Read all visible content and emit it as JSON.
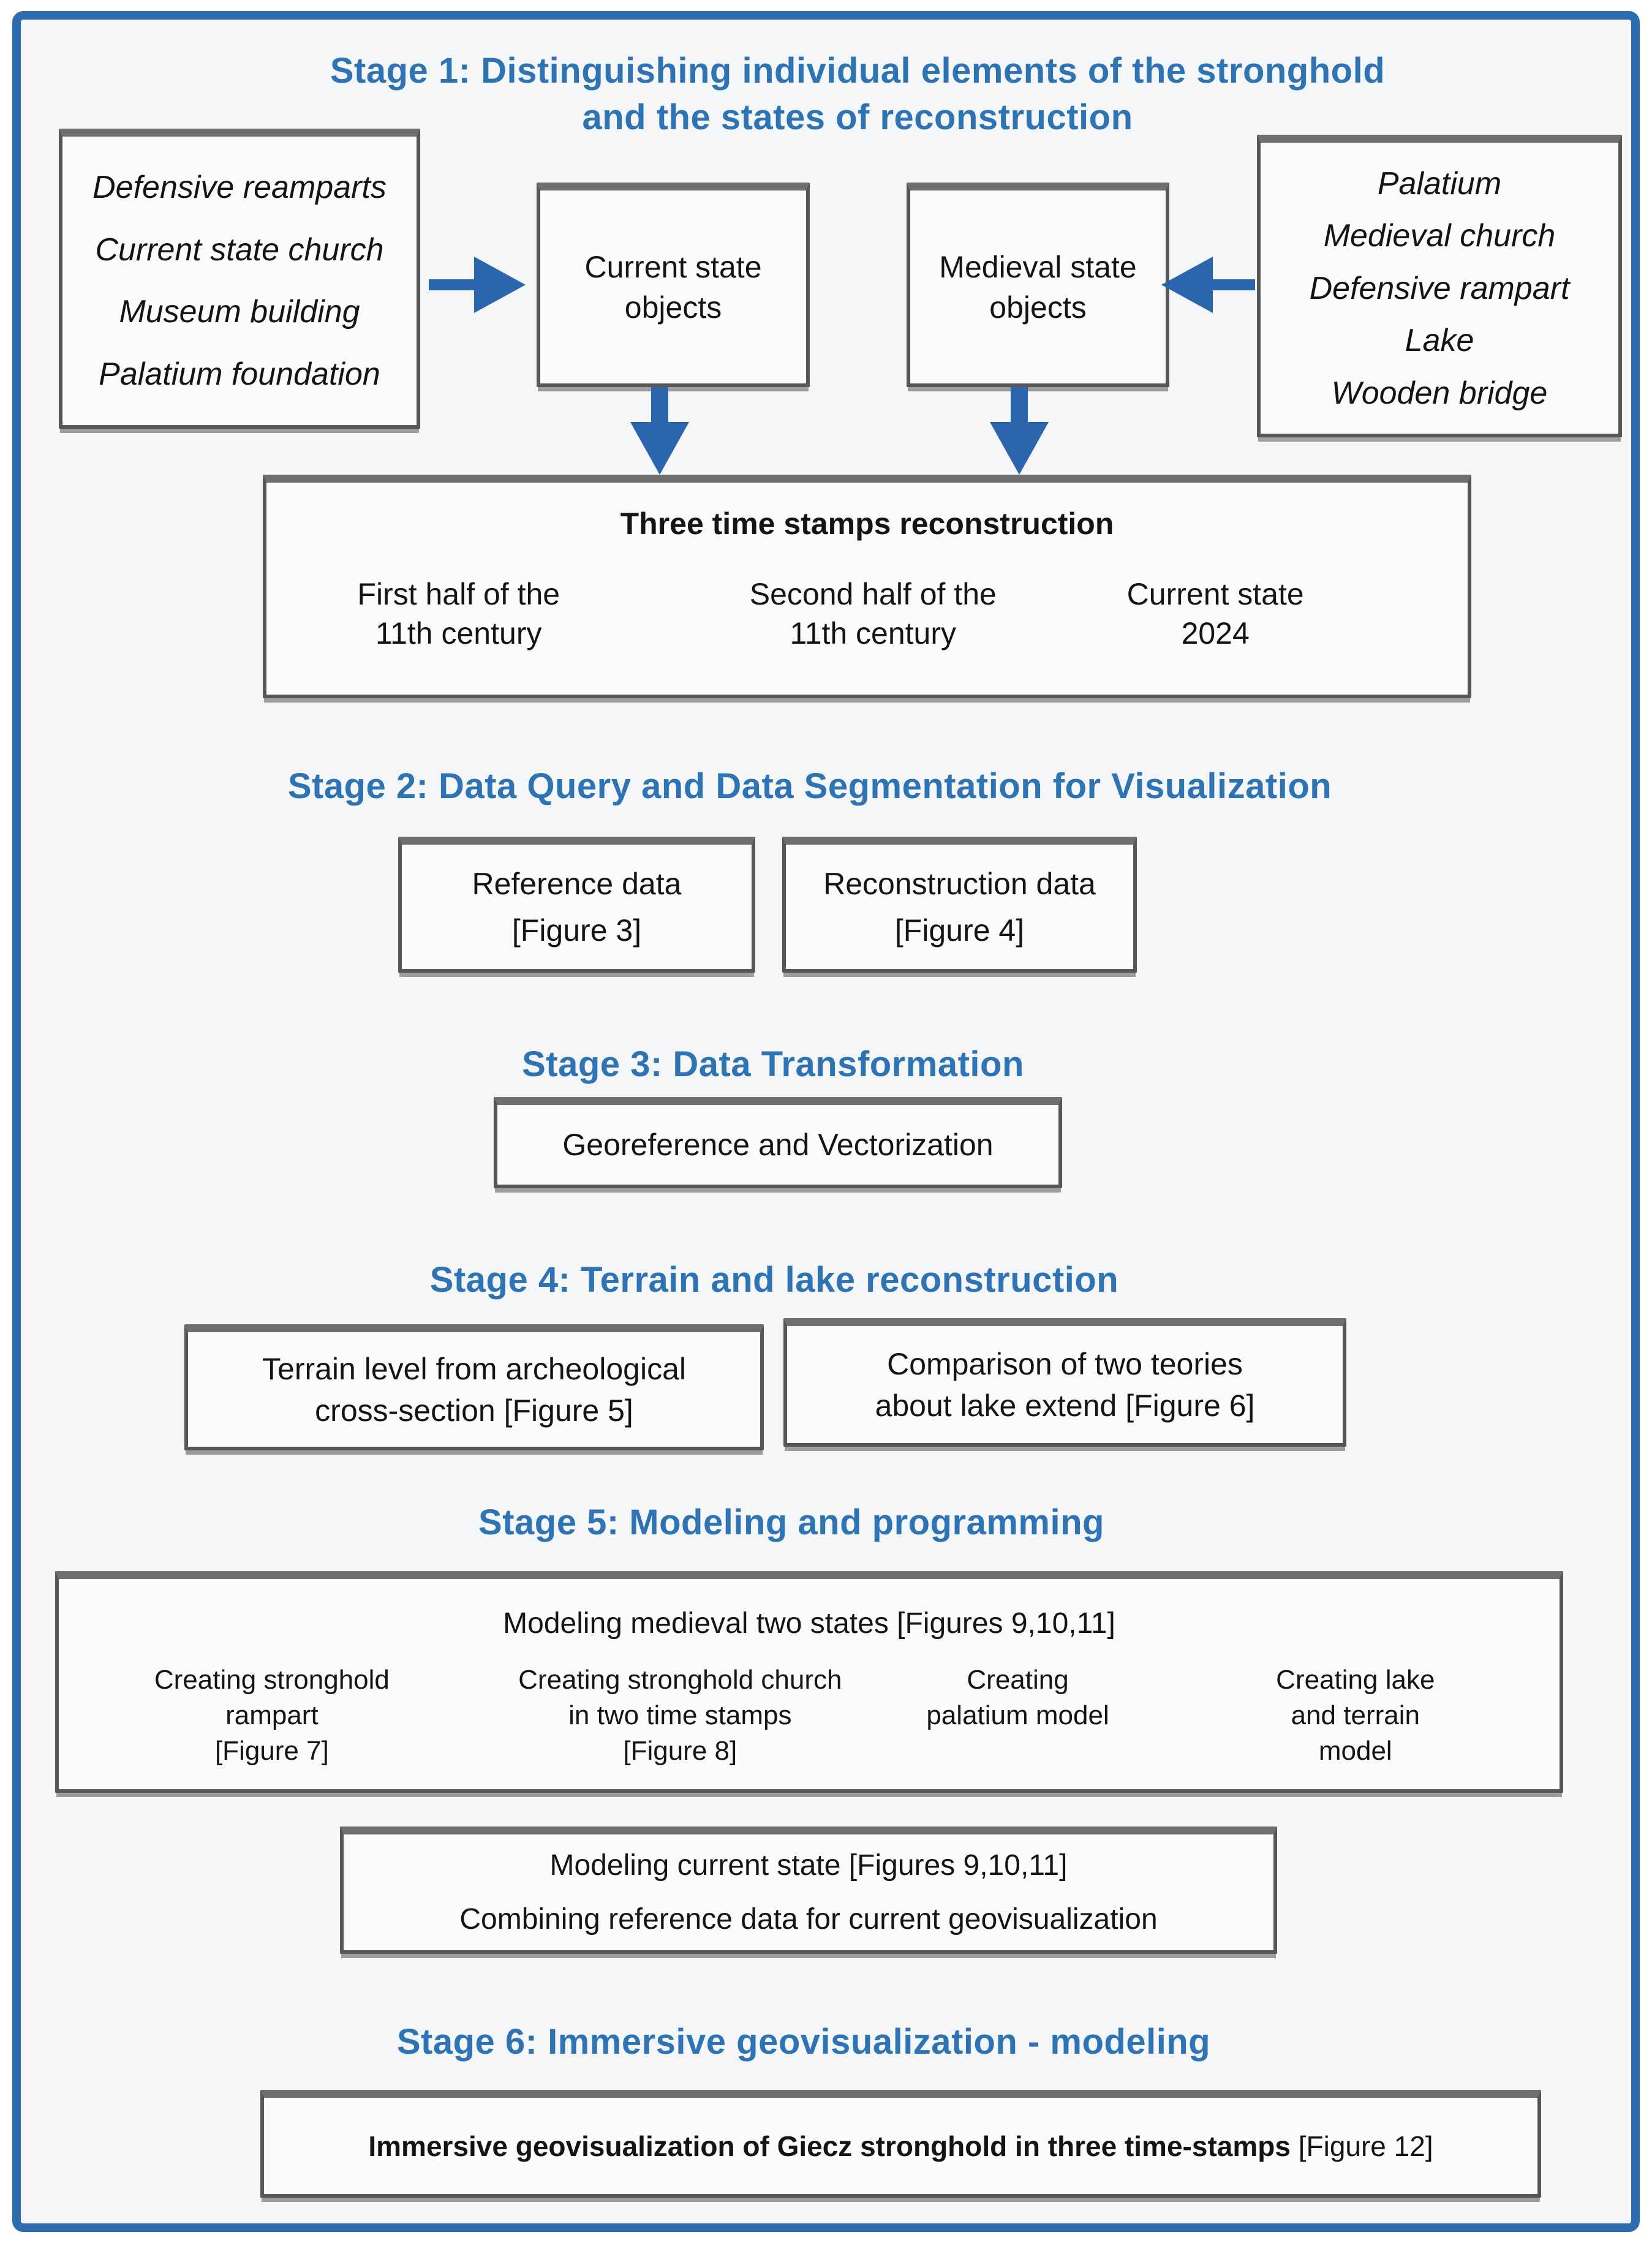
{
  "figure": {
    "background": "#f5f6f7",
    "frame_color": "#2d6cae",
    "title_color": "#2e74b5",
    "arrow_color": "#2a65ad",
    "box_border_color": "#575757"
  },
  "stage1": {
    "title_line1": "Stage 1: Distinguishing individual elements of the stronghold",
    "title_line2": "and the states of reconstruction",
    "current_sources": [
      "Defensive reamparts",
      "Current state church",
      "Museum building",
      "Palatium foundation"
    ],
    "current_box": {
      "line1": "Current state",
      "line2": "objects"
    },
    "medieval_box": {
      "line1": "Medieval state",
      "line2": "objects"
    },
    "medieval_sources": [
      "Palatium",
      "Medieval church",
      "Defensive rampart",
      "Lake",
      "Wooden bridge"
    ],
    "time_box": {
      "title": "Three time stamps reconstruction",
      "timestamps": [
        {
          "line1": "First half of the",
          "line2": "11th century"
        },
        {
          "line1": "Second half of the",
          "line2": "11th century"
        },
        {
          "line1": "Current state",
          "line2": "2024"
        }
      ]
    }
  },
  "stage2": {
    "title": "Stage 2: Data Query and Data Segmentation for Visualization",
    "reference_box": {
      "line1": "Reference data",
      "line2": "[Figure 3]"
    },
    "reconstruction_box": {
      "line1": "Reconstruction data",
      "line2": "[Figure 4]"
    }
  },
  "stage3": {
    "title": "Stage 3: Data Transformation",
    "box_text": "Georeference and Vectorization"
  },
  "stage4": {
    "title": "Stage 4: Terrain and lake reconstruction",
    "terrain_box": {
      "line1": "Terrain level from archeological",
      "line2": "cross-section [Figure 5]"
    },
    "lake_box": {
      "line1": "Comparison of two teories",
      "line2": "about lake extend [Figure 6]"
    }
  },
  "stage5": {
    "title": "Stage 5: Modeling and programming",
    "medieval_modeling_box": {
      "header": "Modeling medieval two states [Figures 9,10,11]",
      "col1": [
        "Creating stronghold",
        "rampart",
        "[Figure 7]"
      ],
      "col2": [
        "Creating stronghold church",
        "in two time stamps",
        "[Figure 8]"
      ],
      "col3": [
        "Creating",
        "palatium model"
      ],
      "col4": [
        "Creating lake",
        "and terrain model"
      ]
    },
    "current_modeling_box": {
      "line1": "Modeling current state [Figures 9,10,11]",
      "line2": "Combining reference data for current geovisualization"
    }
  },
  "stage6": {
    "title": "Stage 6: Immersive geovisualization - modeling",
    "box_main": "Immersive geovisualization of Giecz stronghold in three time-stamps",
    "box_ref": " [Figure 12]"
  }
}
